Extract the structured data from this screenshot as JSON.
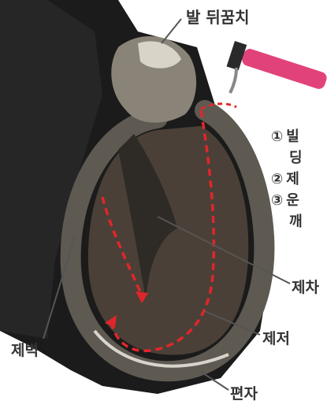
{
  "labels": {
    "heel": "발 뒤꿈치",
    "frog": "제차",
    "sole": "제저",
    "wall": "제벽",
    "shoe": "편자"
  },
  "steps": [
    {
      "num": "①",
      "line1": "빌",
      "line2": "딩"
    },
    {
      "num": "②",
      "line1": "제",
      "line2": ""
    },
    {
      "num": "③",
      "line1": "운",
      "line2": "깨"
    }
  ],
  "colors": {
    "hoof_dark": "#1b1b1b",
    "shoe_gray": "#5e5a52",
    "sole_brown": "#4a4037",
    "path_red": "#e0262b",
    "pick_pink": "#e2427a"
  },
  "icons": {
    "hoof_pick": "hoof-pick-icon"
  }
}
